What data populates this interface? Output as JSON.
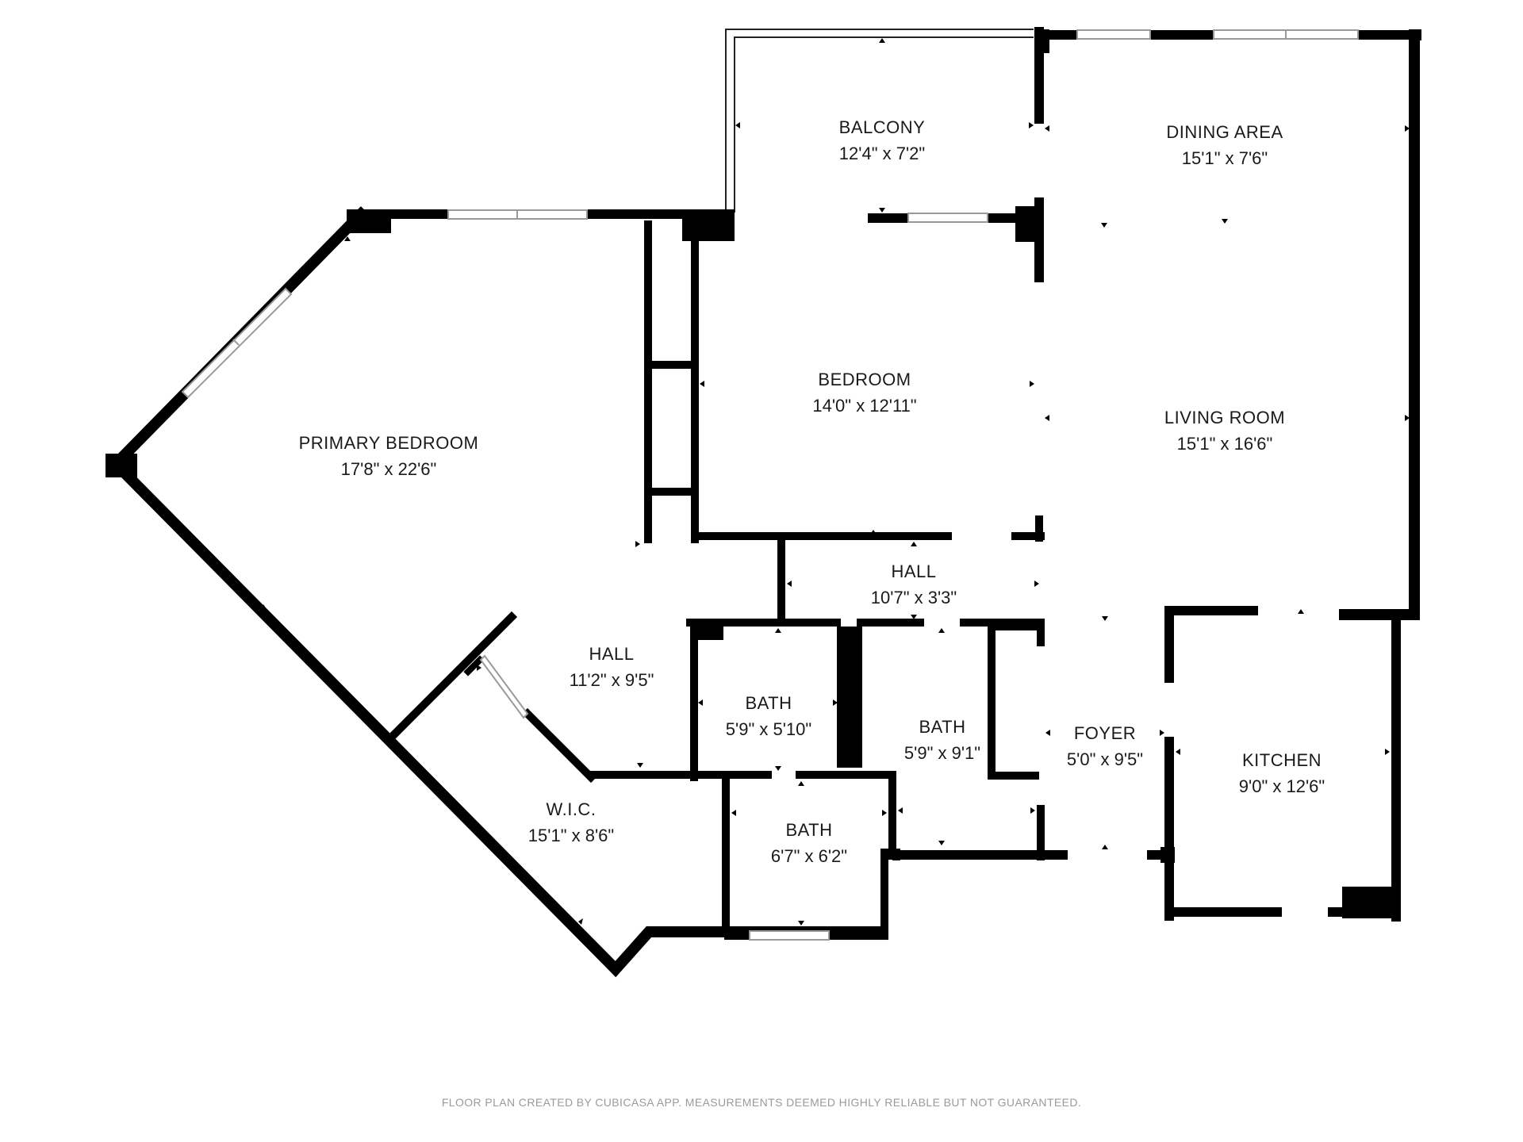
{
  "rooms": [
    {
      "id": "balcony",
      "name": "BALCONY",
      "dims": "12'4\" x 7'2\""
    },
    {
      "id": "dining",
      "name": "DINING AREA",
      "dims": "15'1\" x 7'6\""
    },
    {
      "id": "bedroom",
      "name": "BEDROOM",
      "dims": "14'0\" x 12'11\""
    },
    {
      "id": "living",
      "name": "LIVING ROOM",
      "dims": "15'1\" x 16'6\""
    },
    {
      "id": "primary",
      "name": "PRIMARY BEDROOM",
      "dims": "17'8\" x 22'6\""
    },
    {
      "id": "hall-upper",
      "name": "HALL",
      "dims": "10'7\" x 3'3\""
    },
    {
      "id": "hall-lower",
      "name": "HALL",
      "dims": "11'2\" x 9'5\""
    },
    {
      "id": "bath-1",
      "name": "BATH",
      "dims": "5'9\" x 5'10\""
    },
    {
      "id": "bath-2",
      "name": "BATH",
      "dims": "5'9\" x 9'1\""
    },
    {
      "id": "foyer",
      "name": "FOYER",
      "dims": "5'0\" x 9'5\""
    },
    {
      "id": "kitchen",
      "name": "KITCHEN",
      "dims": "9'0\" x 12'6\""
    },
    {
      "id": "wic",
      "name": "W.I.C.",
      "dims": "15'1\" x 8'6\""
    },
    {
      "id": "bath-3",
      "name": "BATH",
      "dims": "6'7\" x 6'2\""
    }
  ],
  "footer": "FLOOR PLAN CREATED BY CUBICASA APP. MEASUREMENTS DEEMED HIGHLY RELIABLE BUT NOT GUARANTEED."
}
